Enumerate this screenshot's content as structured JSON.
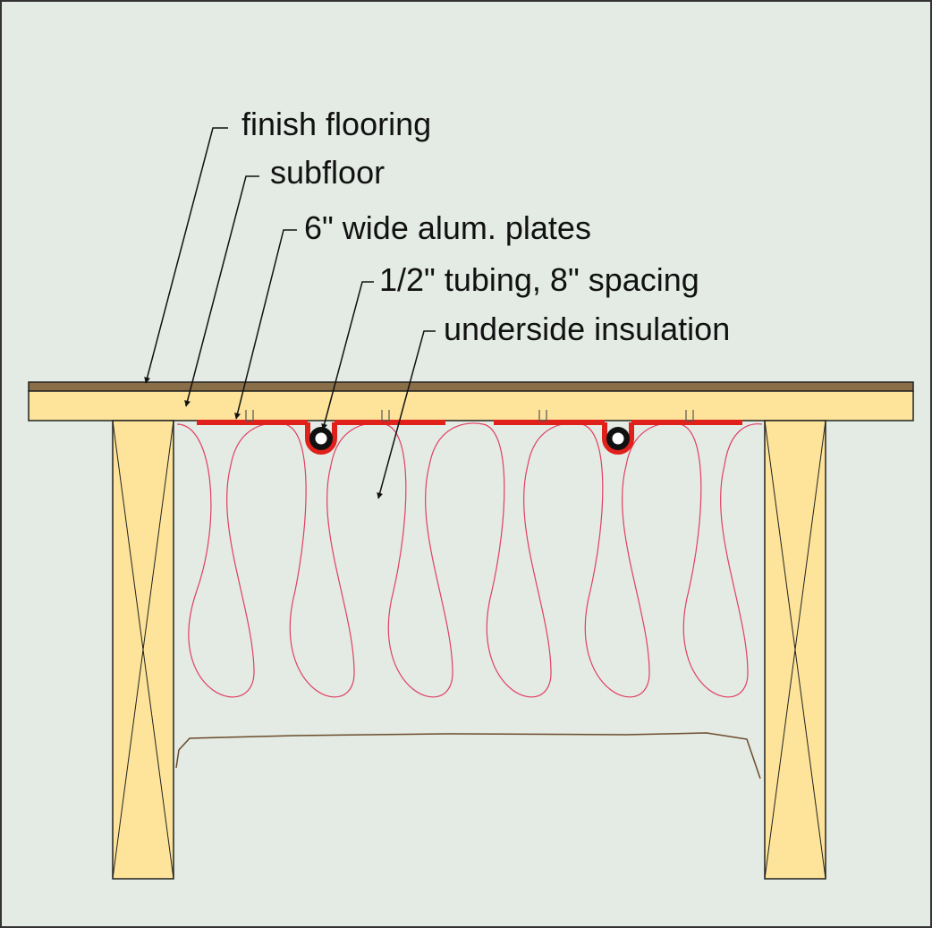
{
  "labels": {
    "finish_flooring": "finish flooring",
    "subfloor": "subfloor",
    "alum_plates": "6\" wide alum. plates",
    "tubing": "1/2\" tubing, 8\" spacing",
    "insulation": "underside insulation"
  },
  "colors": {
    "background": "#e3ebe4",
    "frame_border": "#333333",
    "finish_flooring": "#8a6e47",
    "lumber": "#fde49a",
    "plate": "#e0201b",
    "insulation_line": "#e23f63",
    "vapor_line": "#6b4a2a",
    "line": "#222222"
  }
}
